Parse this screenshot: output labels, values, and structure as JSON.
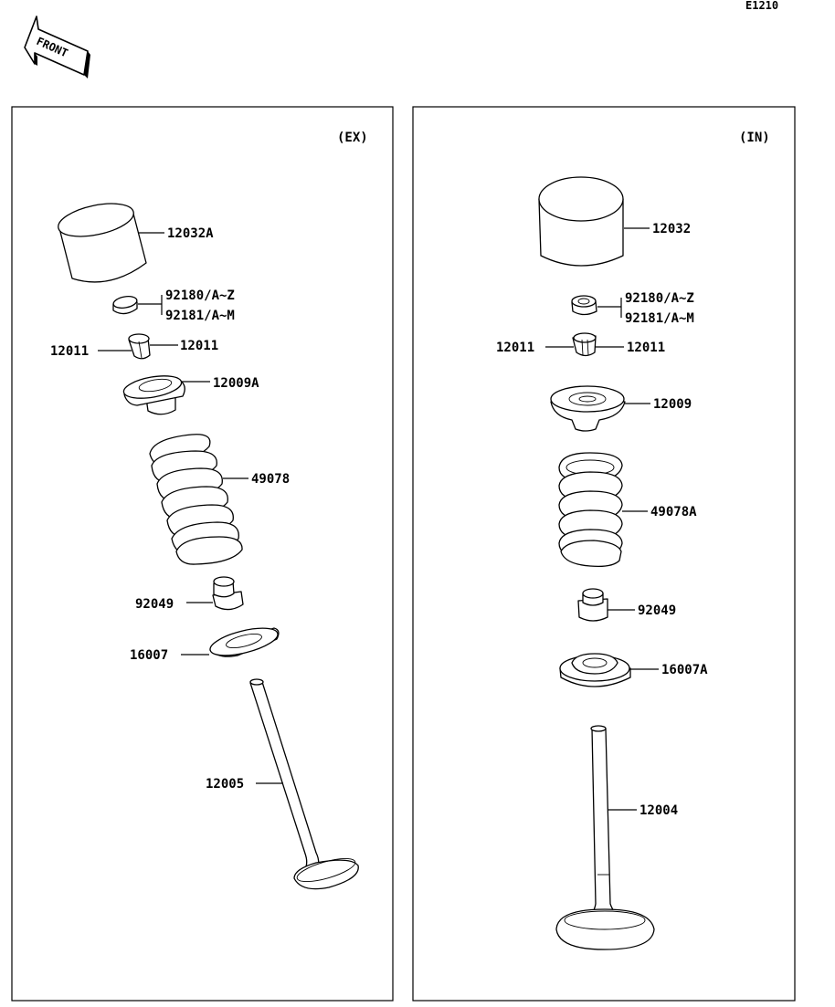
{
  "diagram_code": "E1210",
  "front_arrow": {
    "label": "FRONT",
    "icon": "front-arrow-icon"
  },
  "panels": {
    "exhaust": {
      "heading": "(EX)",
      "callouts": {
        "tappet": "12032A",
        "shim_1": "92180/A~Z",
        "shim_2": "92181/A~M",
        "cotter_left": "12011",
        "cotter_right": "12011",
        "retainer": "12009A",
        "spring": "49078",
        "stem_seal": "92049",
        "spring_seat": "16007",
        "valve": "12005"
      }
    },
    "intake": {
      "heading": "(IN)",
      "callouts": {
        "tappet": "12032",
        "shim_1": "92180/A~Z",
        "shim_2": "92181/A~M",
        "cotter_left": "12011",
        "cotter_right": "12011",
        "retainer": "12009",
        "spring": "49078A",
        "stem_seal": "92049",
        "spring_seat": "16007A",
        "valve": "12004"
      }
    }
  }
}
